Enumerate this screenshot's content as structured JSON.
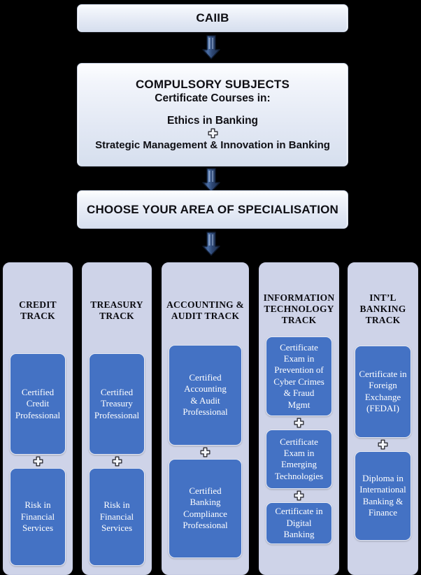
{
  "flow": {
    "root": {
      "label": "CAIIB"
    },
    "compulsory": {
      "title": "COMPULSORY SUBJECTS",
      "subtitle": "Certificate Courses in:",
      "course_1": "Ethics in Banking",
      "separator": "plus",
      "course_2": "Strategic Management & Innovation in Banking"
    },
    "choose": {
      "label": "CHOOSE YOUR AREA OF SPECIALISATION"
    },
    "arrows": [
      {
        "name": "arrow-caiib-to-compulsory",
        "direction": "down"
      },
      {
        "name": "arrow-compulsory-to-choose",
        "direction": "down"
      },
      {
        "name": "arrow-choose-to-tracks",
        "direction": "down"
      }
    ]
  },
  "tracks": [
    {
      "title": "CREDIT\nTRACK",
      "title_lines": [
        "CREDIT",
        "TRACK"
      ],
      "cards": [
        "Certified Credit Professional",
        "Risk in Financial Services"
      ],
      "card_lines": [
        [
          "Certified",
          "Credit",
          "Professional"
        ],
        [
          "Risk in",
          "Financial",
          "Services"
        ]
      ]
    },
    {
      "title": "TREASURY\nTRACK",
      "title_lines": [
        "TREASURY",
        "TRACK"
      ],
      "cards": [
        "Certified Treasury Professional",
        "Risk in Financial Services"
      ],
      "card_lines": [
        [
          "Certified",
          "Treasury",
          "Professional"
        ],
        [
          "Risk in",
          "Financial",
          "Services"
        ]
      ]
    },
    {
      "title": "ACCOUNTING &\nAUDIT TRACK",
      "title_lines": [
        "ACCOUNTING &",
        "AUDIT TRACK"
      ],
      "cards": [
        "Certified Accounting & Audit Professional",
        "Certified Banking Compliance Professional"
      ],
      "card_lines": [
        [
          "Certified",
          "Accounting",
          "& Audit",
          "Professional"
        ],
        [
          "Certified",
          "Banking",
          "Compliance",
          "Professional"
        ]
      ]
    },
    {
      "title": "INFORMATION\nTECHNOLOGY\nTRACK",
      "title_lines": [
        "INFORMATION",
        "TECHNOLOGY",
        "TRACK"
      ],
      "cards": [
        "Certificate Exam in Prevention of Cyber Crimes & Fraud Mgmt",
        "Certificate Exam in Emerging Technologies",
        "Certificate in Digital Banking"
      ],
      "card_lines": [
        [
          "Certificate",
          "Exam in",
          "Prevention of",
          "Cyber Crimes",
          "& Fraud",
          "Mgmt"
        ],
        [
          "Certificate",
          "Exam in",
          "Emerging",
          "Technologies"
        ],
        [
          "Certificate in",
          "Digital",
          "Banking"
        ]
      ]
    },
    {
      "title": "INT’L\nBANKING\nTRACK",
      "title_lines": [
        "INT’L",
        "BANKING",
        "TRACK"
      ],
      "cards": [
        "Certificate in Foreign Exchange (FEDAI)",
        "Diploma in International Banking & Finance"
      ],
      "card_lines": [
        [
          "Certificate in",
          "Foreign",
          "Exchange",
          "(FEDAI)"
        ],
        [
          "Diploma in",
          "International",
          "Banking &",
          "Finance"
        ]
      ]
    }
  ],
  "colors": {
    "background": "#000000",
    "header_box_fill": "#e2e8f4",
    "track_panel_fill": "#ced3e8",
    "card_fill": "#4472c4",
    "card_text": "#ffffff",
    "arrow_fill": "#2f4f82",
    "arrow_outline": "#16213c",
    "heading_text": "#0f0f14"
  },
  "icons": {
    "plus": "plus-icon",
    "arrow_down": "arrow-down-icon"
  }
}
